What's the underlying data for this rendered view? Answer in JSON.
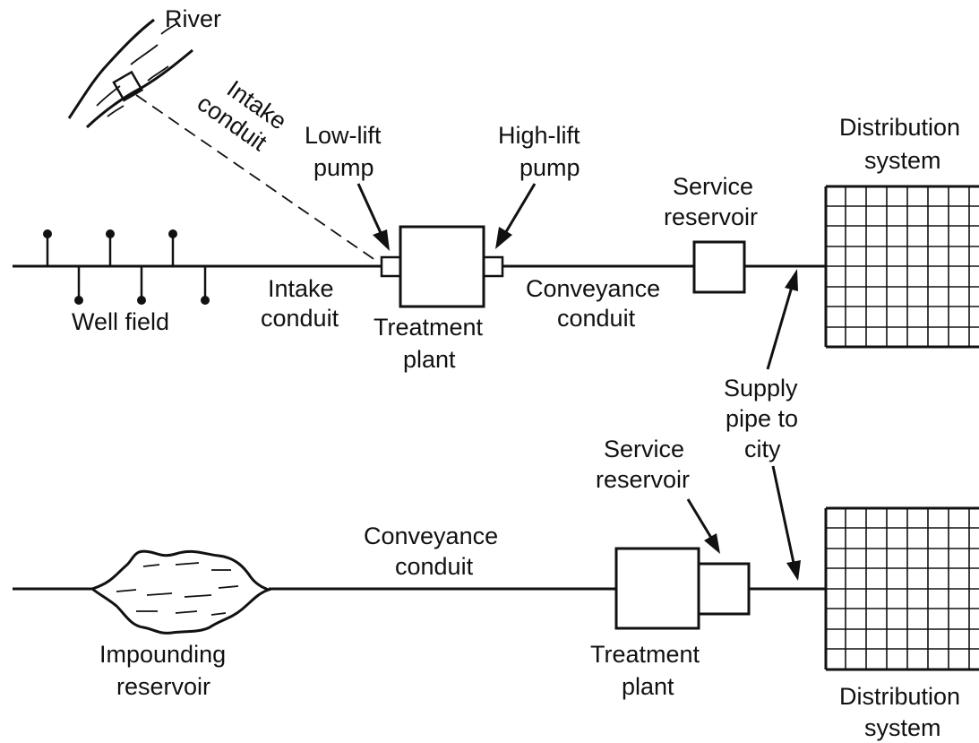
{
  "labels": {
    "river": "River",
    "intake_conduit_diag_1": "Intake",
    "intake_conduit_diag_2": "conduit",
    "low_lift_1": "Low-lift",
    "low_lift_2": "pump",
    "high_lift_1": "High-lift",
    "high_lift_2": "pump",
    "distribution_top_1": "Distribution",
    "distribution_top_2": "system",
    "service_top_1": "Service",
    "service_top_2": "reservoir",
    "intake_conduit_1": "Intake",
    "intake_conduit_2": "conduit",
    "well_field": "Well field",
    "treatment_top_1": "Treatment",
    "treatment_top_2": "plant",
    "conveyance_top_1": "Conveyance",
    "conveyance_top_2": "conduit",
    "supply_1": "Supply",
    "supply_2": "pipe to",
    "supply_3": "city",
    "service_bottom_1": "Service",
    "service_bottom_2": "reservoir",
    "conveyance_bottom_1": "Conveyance",
    "conveyance_bottom_2": "conduit",
    "impounding_1": "Impounding",
    "impounding_2": "reservoir",
    "treatment_bottom_1": "Treatment",
    "treatment_bottom_2": "plant",
    "distribution_bottom_1": "Distribution",
    "distribution_bottom_2": "system"
  },
  "colors": {
    "ink": "#111111",
    "background": "#ffffff"
  }
}
